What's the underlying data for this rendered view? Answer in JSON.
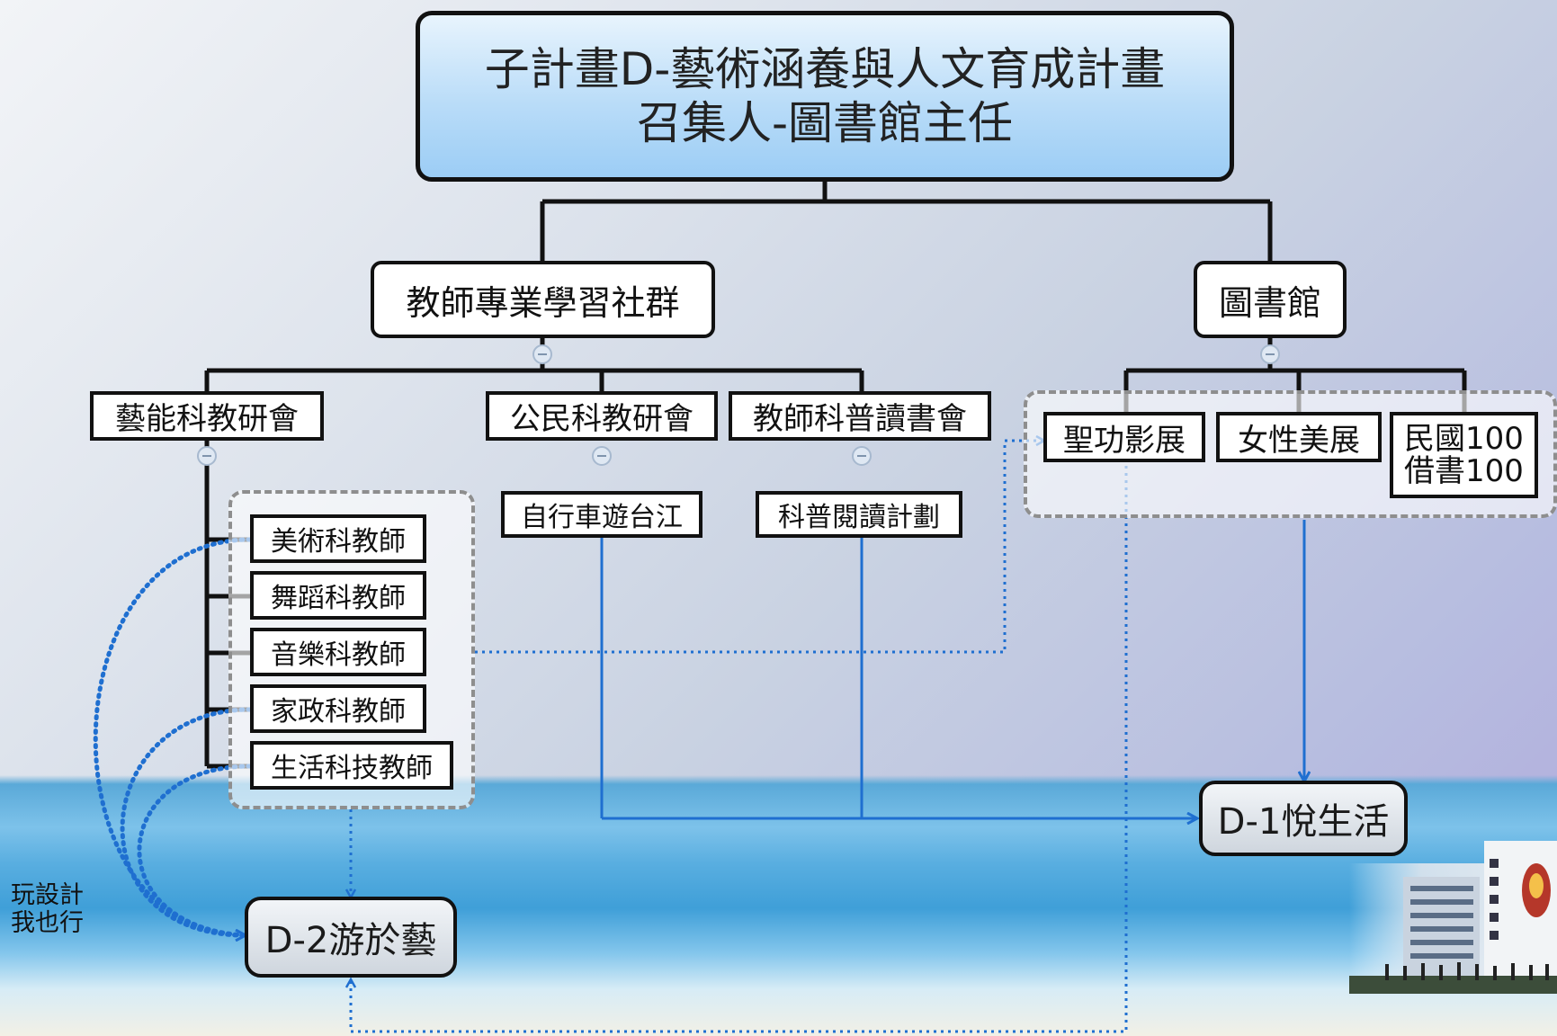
{
  "title": {
    "line1": "子計畫D-藝術涵養與人文育成計畫",
    "line2": "召集人-圖書館主任"
  },
  "branches": {
    "teacher_community": "教師專業學習社群",
    "library": "圖書館"
  },
  "groups": {
    "arts": "藝能科教研會",
    "civics": "公民科教研會",
    "science_reading": "教師科普讀書會"
  },
  "teachers": [
    "美術科教師",
    "舞蹈科教師",
    "音樂科教師",
    "家政科教師",
    "生活科技教師"
  ],
  "activities": {
    "bike": "自行車遊台江",
    "sci_read": "科普閱讀計劃",
    "exhibit1": "聖功影展",
    "exhibit2": "女性美展",
    "borrow_line1": "民國100",
    "borrow_line2": "借書100"
  },
  "outcomes": {
    "d1": "D-1悅生活",
    "d2": "D-2游於藝"
  },
  "side_note": {
    "line1": "玩設計",
    "line2": "我也行"
  },
  "colors": {
    "solid_line": "#1f6fd0",
    "dotted_line": "#1f6fd0",
    "connector": "#111111",
    "title_fill": "#b9dcf8"
  }
}
